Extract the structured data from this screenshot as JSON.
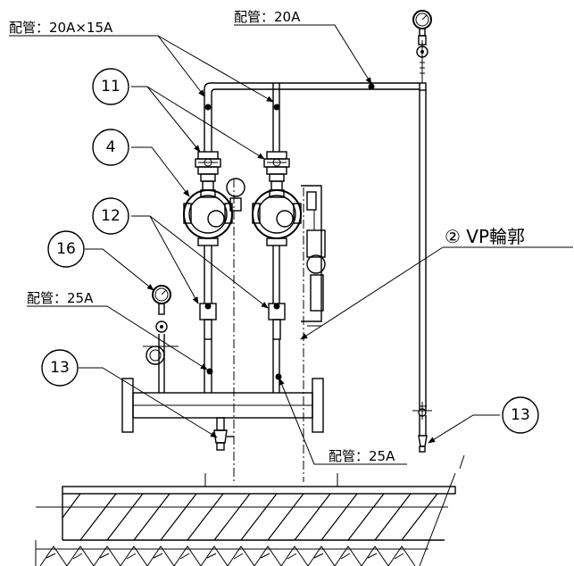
{
  "labels": {
    "pipe_20x15": "配管：20A×15A",
    "pipe_20": "配管：20A",
    "pipe_25_left": "配管：25A",
    "pipe_25_bottom": "配管：25A",
    "vp_label": "② VP輪郭"
  },
  "callouts": {
    "c11": "11",
    "c4": "4",
    "c12": "12",
    "c16": "16",
    "c13_left": "13",
    "c13_right": "13"
  }
}
